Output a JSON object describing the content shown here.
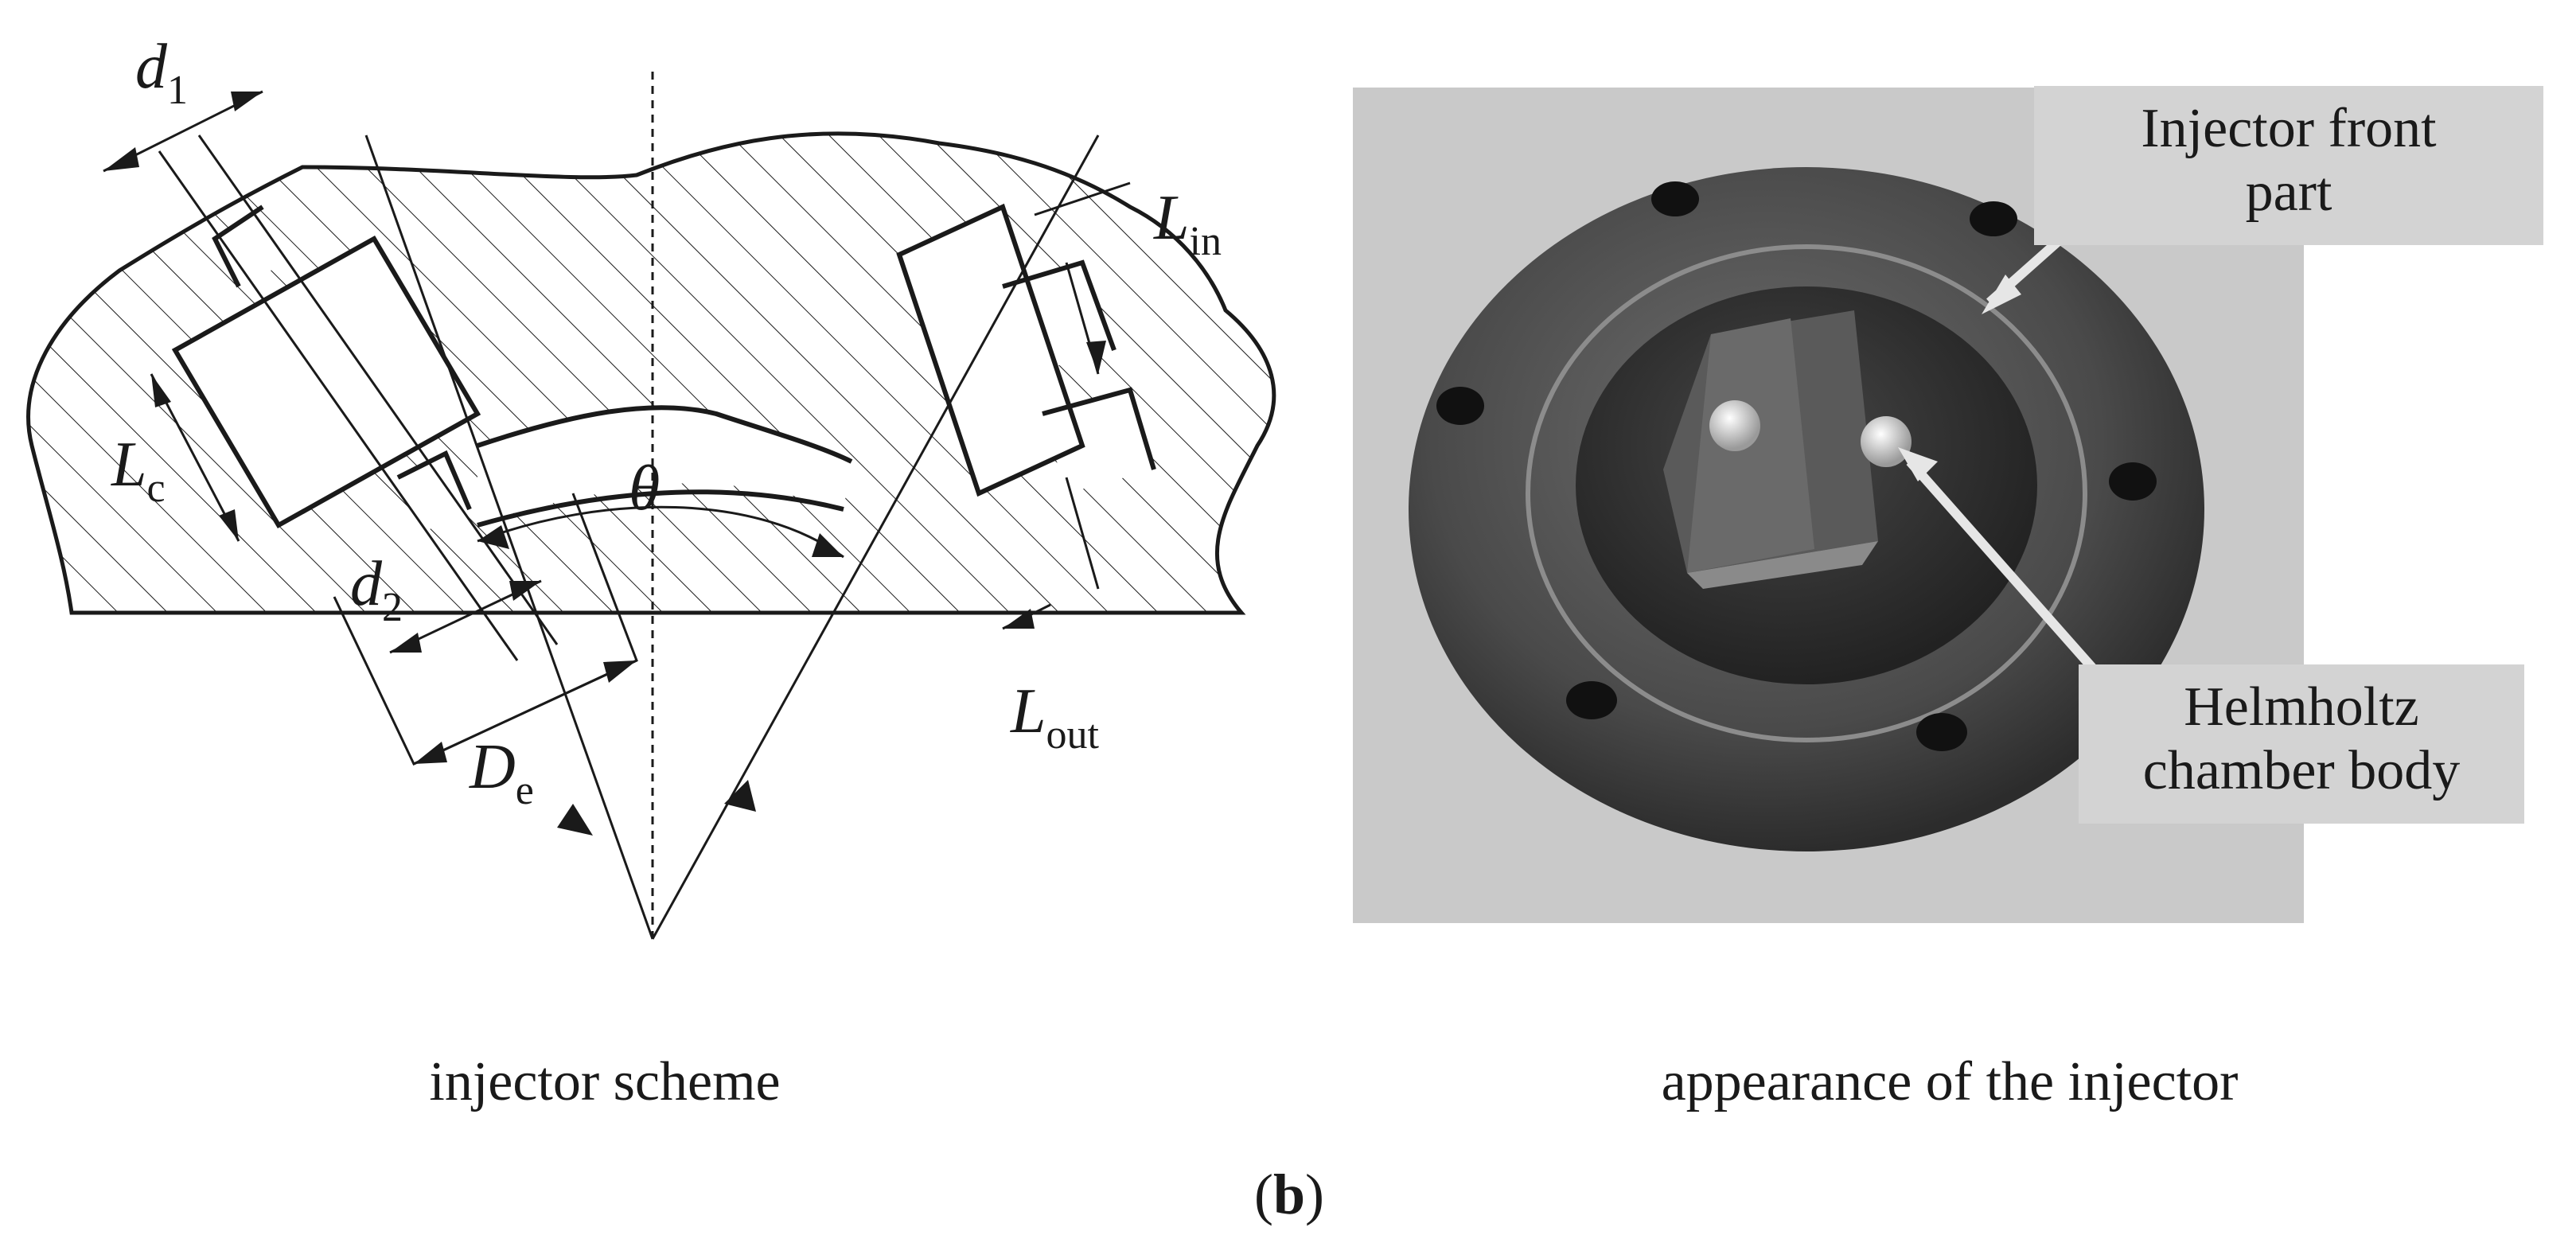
{
  "scheme": {
    "caption": "injector scheme",
    "labels": {
      "d1": {
        "main": "d",
        "sub": "1"
      },
      "d2": {
        "main": "d",
        "sub": "2"
      },
      "Lc": {
        "main": "L",
        "sub": "c"
      },
      "De": {
        "main": "D",
        "sub": "e"
      },
      "Lin": {
        "main": "L",
        "sub": "in"
      },
      "Lout": {
        "main": "L",
        "sub": "out"
      },
      "theta": "θ"
    }
  },
  "photo": {
    "caption": "appearance of the injector",
    "callout_front": [
      "Injector front",
      "part"
    ],
    "callout_helmholtz": [
      "Helmholtz",
      "chamber body"
    ]
  },
  "panel_label": {
    "open": "(",
    "letter": "b",
    "close": ")"
  },
  "colors": {
    "line": "#1a1a1a",
    "photo_bg": "#c9c9c9",
    "callout_bg": "#d3d3d3"
  }
}
